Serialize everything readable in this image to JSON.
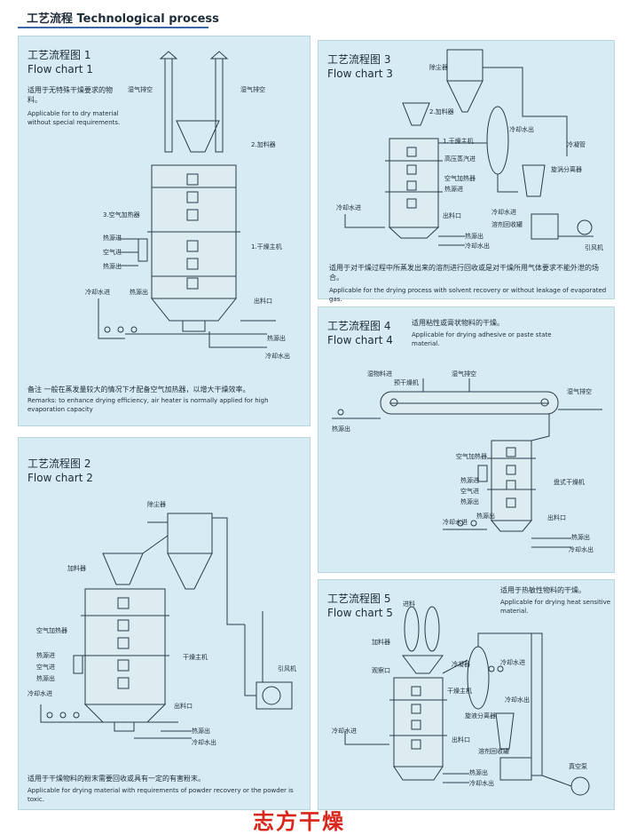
{
  "header": {
    "title": "工艺流程 Technological process"
  },
  "fc1": {
    "title_cn": "工艺流程图 1",
    "title_en": "Flow chart 1",
    "desc_cn": "适用于无特殊干燥要求的物料。",
    "desc_en": "Applicable for to dry material without special requirements.",
    "labels": {
      "wet_vent_l": "湿气排空",
      "wet_vent_r": "湿气排空",
      "feeder": "2.加料器",
      "air_heater": "3.空气加热器",
      "heat_in": "热源进",
      "air_in": "空气进",
      "heat_out": "热源出",
      "dryer": "1.干燥主机",
      "cool_in": "冷却水进",
      "heat_out2": "热源出",
      "discharge": "出料口",
      "heat_out3": "热源出",
      "cool_out": "冷却水出"
    },
    "remark_cn": "备注 一般在蒸发量较大的情况下才配备空气加热器，以增大干燥效率。",
    "remark_en": "Remarks: to enhance drying efficiency, air heater is normally applied for high evaporation capacity"
  },
  "fc2": {
    "title_cn": "工艺流程图 2",
    "title_en": "Flow chart 2",
    "labels": {
      "dust": "除尘器",
      "feeder": "加料器",
      "air_heater": "空气加热器",
      "heat_in": "热源进",
      "air_in": "空气进",
      "heat_out": "热源出",
      "cool_in": "冷却水进",
      "dryer": "干燥主机",
      "fan": "引风机",
      "discharge": "出料口",
      "heat_out2": "热源出",
      "cool_out": "冷却水出"
    },
    "desc_cn": "适用于干燥物料的粉末需要回收或具有一定的有害粉末。",
    "desc_en": "Applicable for drying material with requirements of powder recovery or the powder is toxic."
  },
  "fc3": {
    "title_cn": "工艺流程图 3",
    "title_en": "Flow chart 3",
    "labels": {
      "dust": "除尘器",
      "feeder": "2.加料器",
      "dryer": "1.干燥主机",
      "cool_out_top": "冷却水出",
      "condenser": "冷凝管",
      "hp_heat": "高压蒸汽进",
      "cyclone": "旋涡分离器",
      "air_heater": "空气加热器",
      "heat_in": "热源进",
      "cool_in": "冷却水进",
      "discharge": "出料口",
      "solvent_tank": "溶剂回收罐",
      "cool_in2": "冷却水进",
      "fan": "引风机",
      "heat_out": "热源出",
      "cool_out": "冷却水出"
    },
    "desc_cn": "适用于对干燥过程中所蒸发出来的溶剂进行回收或是对干燥所用气体要求不能外泄的场合。",
    "desc_en": "Applicable for the drying process with solvent recovery or without leakage of evaporated gas."
  },
  "fc4": {
    "title_cn": "工艺流程图 4",
    "title_en": "Flow chart 4",
    "desc_cn": "适用粘性或膏状物料的干燥。",
    "desc_en": "Applicable for drying adhesive or paste state material.",
    "labels": {
      "wet_in": "湿物料进",
      "wet_vent": "湿气排空",
      "pre_dryer": "预干燥机",
      "wet_vent_r": "湿气排空",
      "heat_out": "热源出",
      "air_heater": "空气加热器",
      "heat_in": "热源进",
      "air_in": "空气进",
      "heat_out2": "热源出",
      "disc_dryer": "盘式干燥机",
      "heat_out3": "热源出",
      "cool_in": "冷却水进",
      "discharge": "出料口",
      "heat_out4": "热源出",
      "cool_out": "冷却水出"
    }
  },
  "fc5": {
    "title_cn": "工艺流程图 5",
    "title_en": "Flow chart 5",
    "desc_cn": "适用于热敏性物料的干燥。",
    "desc_en": "Applicable for drying heat sensitive material.",
    "labels": {
      "feed": "进料",
      "feeder": "加料器",
      "condenser": "冷凝器",
      "cool_in_top": "冷却水进",
      "window": "观察口",
      "dryer": "干燥主机",
      "cool_out": "冷却水出",
      "cyclone": "旋液分离器",
      "cool_in": "冷却水进",
      "discharge": "出料口",
      "solvent_tank": "溶剂回收罐",
      "heat_out": "热源出",
      "cool_out2": "冷却水出",
      "vacuum": "真空泵"
    }
  },
  "footer": {
    "brand": "志方干燥"
  }
}
